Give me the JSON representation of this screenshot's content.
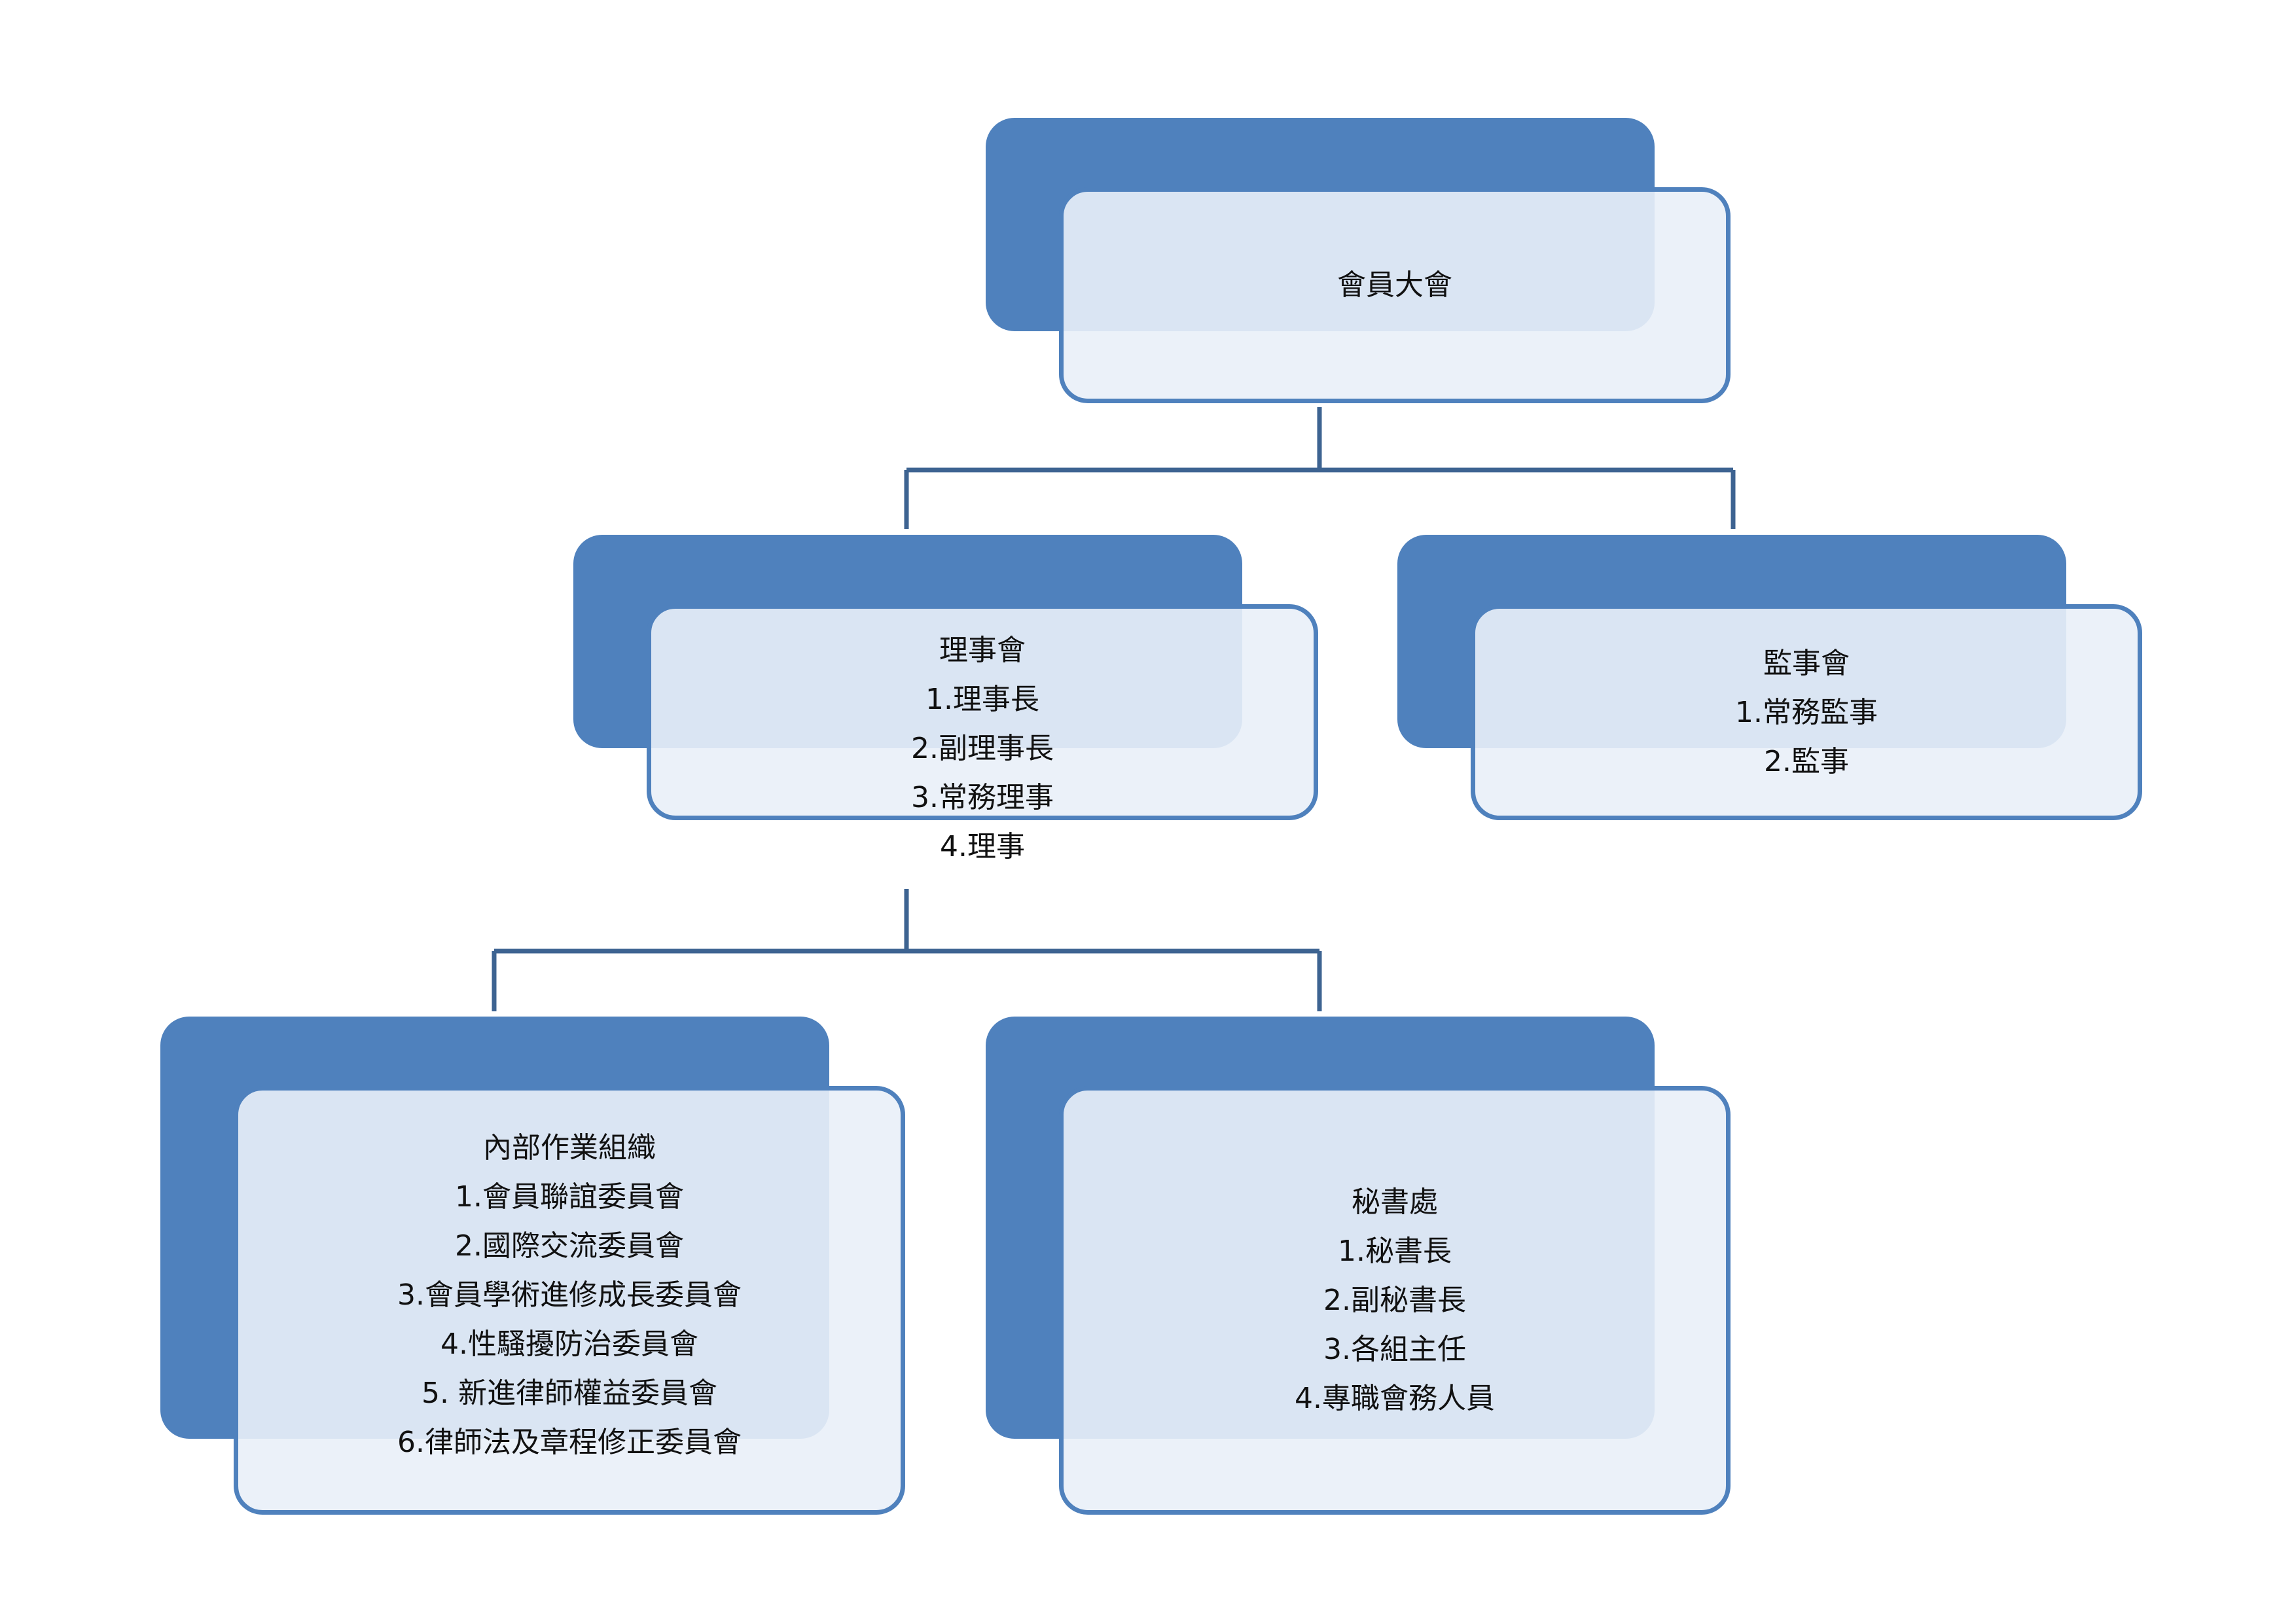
{
  "nodes": {
    "general_assembly": {
      "title": "會員大會",
      "items": []
    },
    "board_of_directors": {
      "title": "理事會",
      "items": [
        "1.理事長",
        "2.副理事長",
        "3.常務理事",
        "4.理事"
      ]
    },
    "board_of_supervisors": {
      "title": "監事會",
      "items": [
        "1.常務監事",
        "2.監事"
      ]
    },
    "internal_committees": {
      "title": "內部作業組織",
      "items": [
        "1.會員聯誼委員會",
        "2.國際交流委員會",
        "3.會員學術進修成長委員會",
        "4.性騷擾防治委員會",
        "5. 新進律師權益委員會",
        "6.律師法及章程修正委員會"
      ]
    },
    "secretariat": {
      "title": "秘書處",
      "items": [
        "1.秘書長",
        "2.副秘書長",
        "3.各組主任",
        "4.專職會務人員"
      ]
    }
  },
  "colors": {
    "box_fill": "#4f81bd",
    "box_border": "#4f81bd",
    "inner_fill": "#e9eff8",
    "connector": "#3d6391"
  }
}
